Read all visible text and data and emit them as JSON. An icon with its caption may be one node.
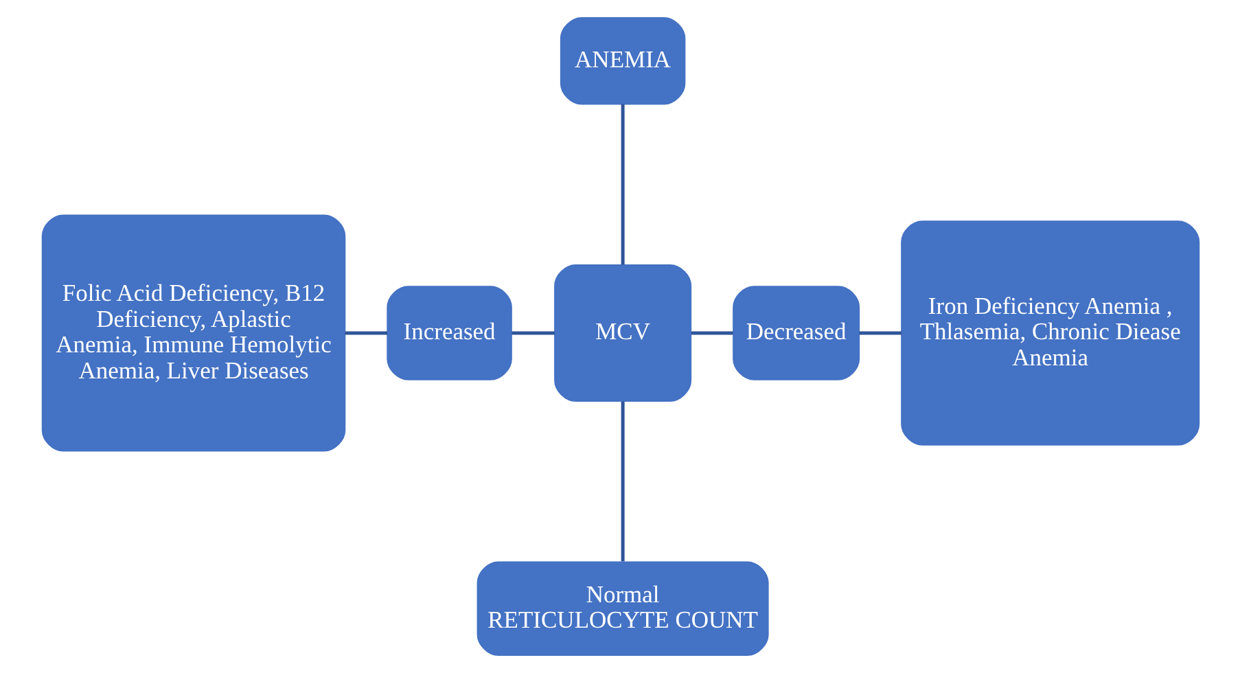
{
  "diagram": {
    "nodes": [
      {
        "text": [
          "ANEMIA"
        ]
      },
      {
        "text": [
          "Folic Acid Deficiency, B12 Deficiency, Aplastic Anemia, Immune Hemolytic Anemia, Liver Diseases"
        ]
      },
      {
        "text": [
          "Increased"
        ]
      },
      {
        "text": [
          "MCV"
        ]
      },
      {
        "text": [
          "Decreased"
        ]
      },
      {
        "text": [
          "Iron Deficiency Anemia , Thlasemia, Chronic Diease Anemia"
        ]
      },
      {
        "text": [
          "Normal",
          "RETICULOCYTE COUNT"
        ]
      }
    ],
    "edges": [
      {
        "from": 0,
        "to": 3,
        "arrow": "none"
      },
      {
        "from": 1,
        "to": 2,
        "arrow": "none"
      },
      {
        "from": 2,
        "to": 3,
        "arrow": "none"
      },
      {
        "from": 3,
        "to": 4,
        "arrow": "none"
      },
      {
        "from": 4,
        "to": 5,
        "arrow": "none"
      },
      {
        "from": 3,
        "to": 6,
        "arrow": "none"
      }
    ]
  }
}
